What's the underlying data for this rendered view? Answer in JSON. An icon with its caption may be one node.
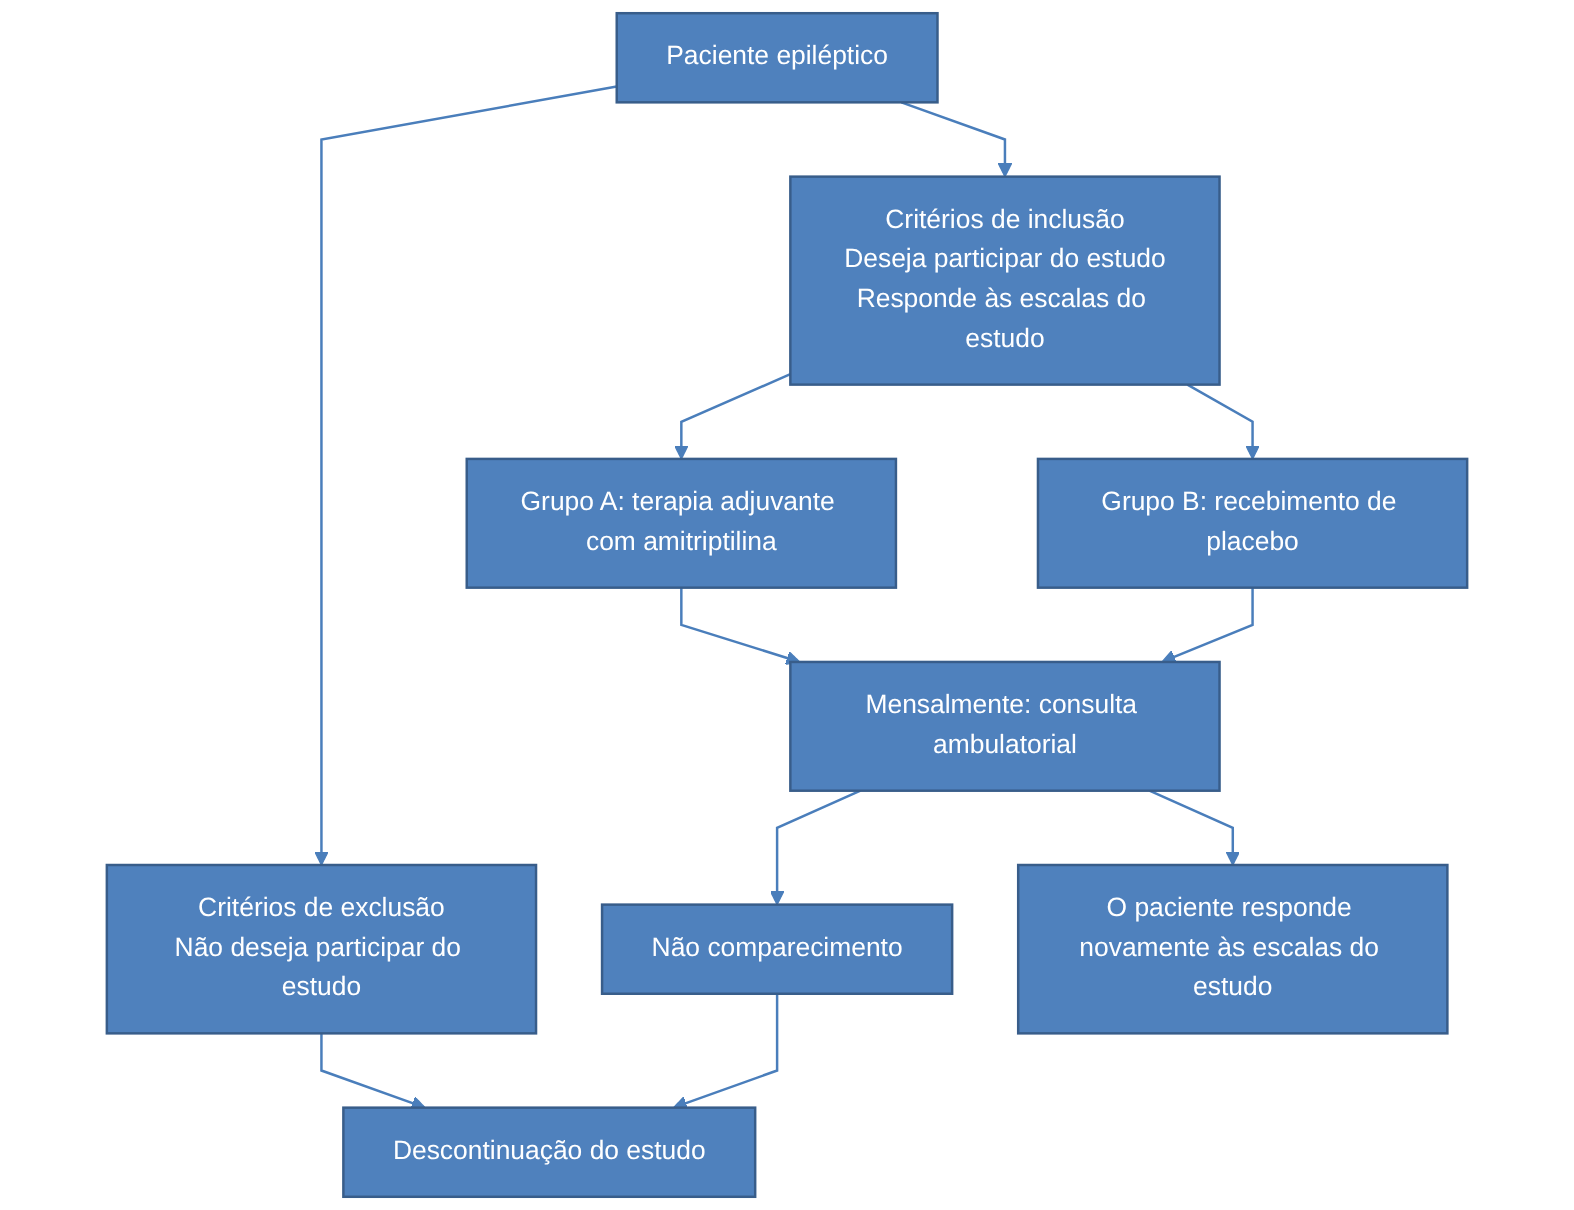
{
  "diagram": {
    "nodes": [
      {
        "text": [
          "Paciente epiléptico"
        ]
      },
      {
        "text": [
          "Critérios de exclusão",
          "Não deseja participar do estudo"
        ]
      },
      {
        "text": [
          "Critérios de inclusão",
          "Deseja participar do estudo",
          "Responde às escalas do estudo"
        ]
      },
      {
        "text": [
          "Descontinuação do estudo"
        ]
      },
      {
        "text": [
          "Grupo A: terapia adjuvante com amitriptilina"
        ]
      },
      {
        "text": [
          "Grupo B: recebimento de placebo"
        ]
      },
      {
        "text": [
          "Não comparecimento"
        ]
      },
      {
        "text": [
          "Mensalmente: consulta ambulatorial"
        ]
      },
      {
        "text": [
          "O paciente responde novamente às escalas do estudo"
        ]
      }
    ],
    "edges": [
      {
        "from": 0,
        "to": 1,
        "arrow": "to"
      },
      {
        "from": 0,
        "to": 2,
        "arrow": "to"
      },
      {
        "from": 1,
        "to": 3,
        "arrow": "to"
      },
      {
        "from": 2,
        "to": 4,
        "arrow": "to"
      },
      {
        "from": 2,
        "to": 5,
        "arrow": "to"
      },
      {
        "from": 4,
        "to": 7,
        "arrow": "to"
      },
      {
        "from": 5,
        "to": 7,
        "arrow": "to"
      },
      {
        "from": 7,
        "to": 6,
        "arrow": "to"
      },
      {
        "from": 6,
        "to": 3,
        "arrow": "to"
      },
      {
        "from": 7,
        "to": 8,
        "arrow": "to"
      }
    ]
  }
}
